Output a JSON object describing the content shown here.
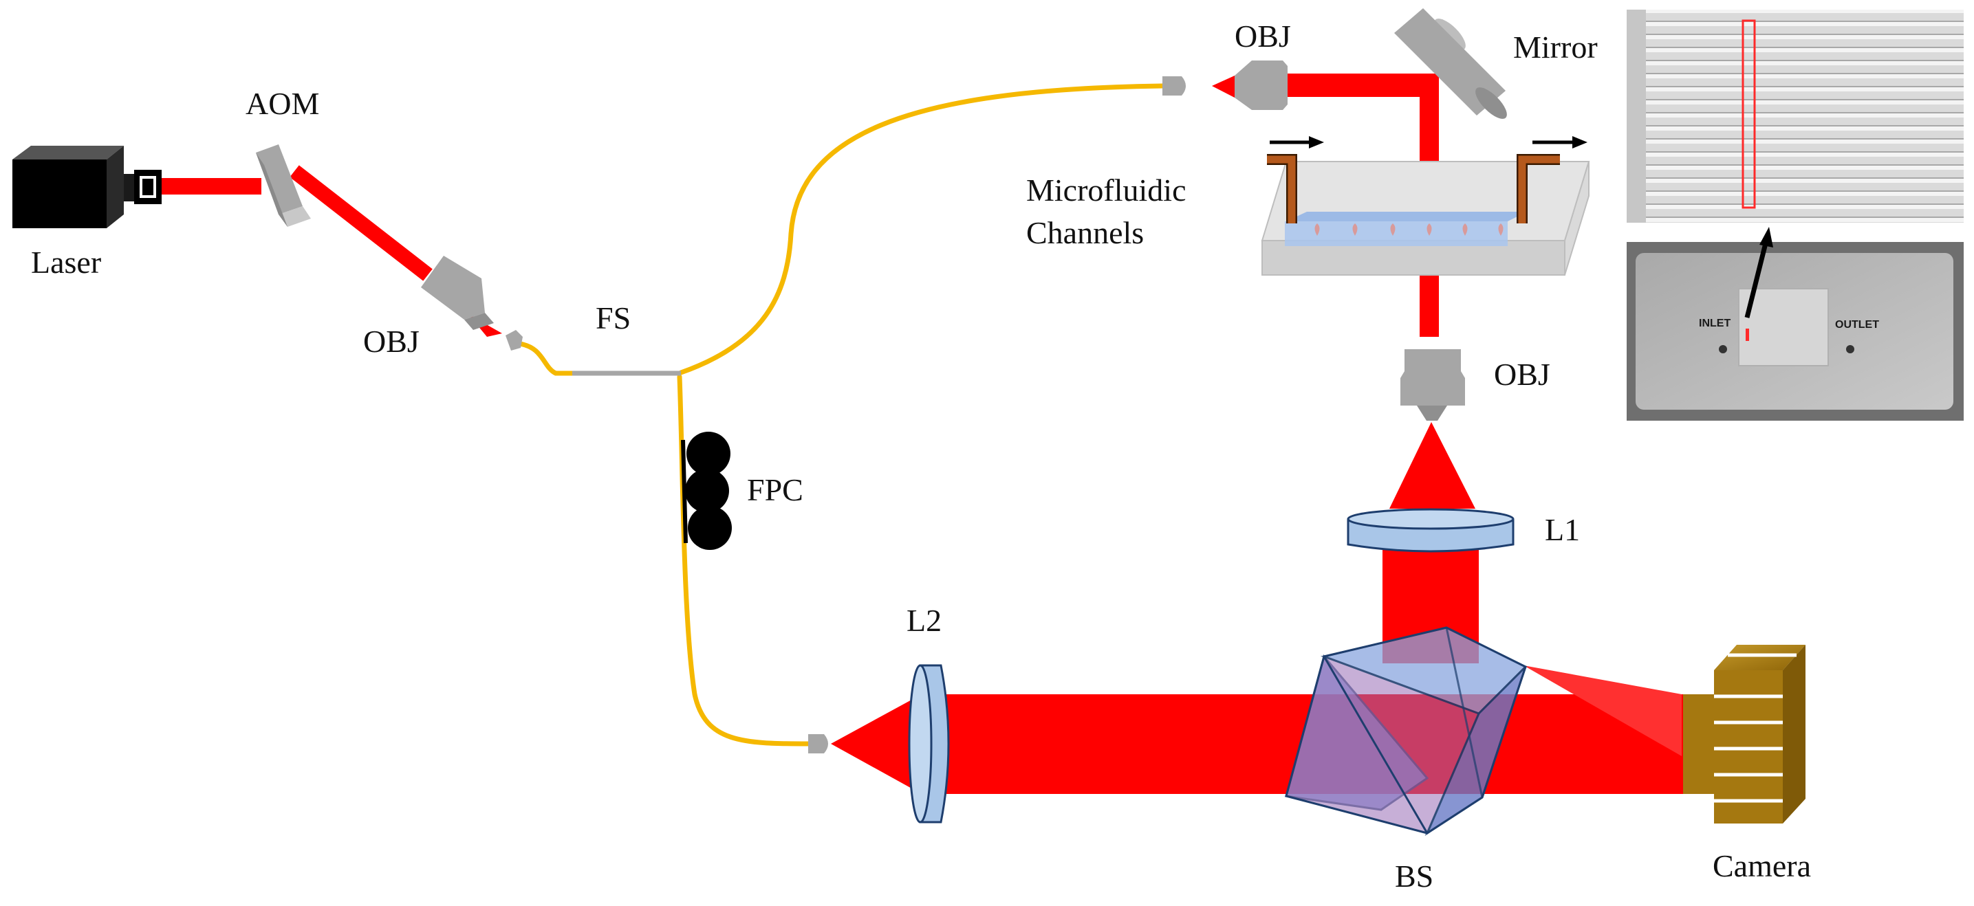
{
  "labels": {
    "laser": "Laser",
    "aom": "AOM",
    "obj_left": "OBJ",
    "fs": "FS",
    "fpc": "FPC",
    "obj_top": "OBJ",
    "mirror": "Mirror",
    "microfluidic_line1": "Microfluidic",
    "microfluidic_line2": "Channels",
    "obj_right": "OBJ",
    "l1": "L1",
    "l2": "L2",
    "bs": "BS",
    "camera": "Camera"
  },
  "inset": {
    "inlet": "INLET",
    "outlet": "OUTLET"
  },
  "colors": {
    "beam": "#ff0000",
    "fiber": "#f5b800",
    "lens": "#a9c6e8",
    "camera": "#a57810",
    "objective": "#a6a6a6",
    "splitter": "#4a78c8"
  }
}
